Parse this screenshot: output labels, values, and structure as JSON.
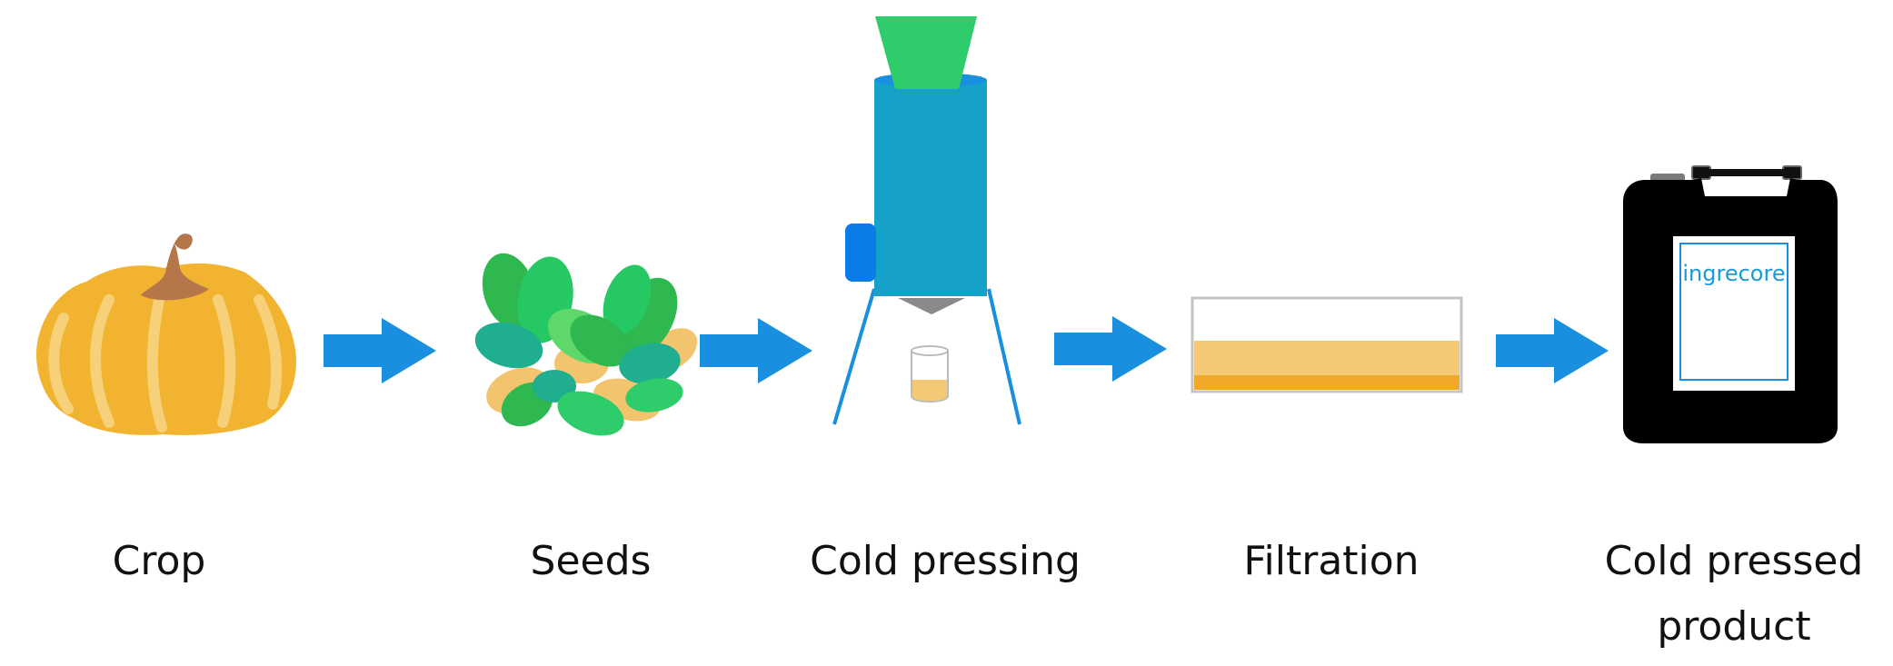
{
  "steps": [
    {
      "label": "Crop",
      "icon": "pumpkin-icon"
    },
    {
      "label": "Seeds",
      "icon": "pumpkin-seeds-icon"
    },
    {
      "label": "Cold pressing",
      "icon": "oil-press-icon"
    },
    {
      "label": "Filtration",
      "icon": "filter-tank-icon"
    },
    {
      "label": "Cold pressed",
      "label_line2": "product",
      "icon": "jerrycan-icon"
    }
  ],
  "product": {
    "brand": "ingrecore"
  },
  "connector_icon": "right-arrow-icon",
  "colors": {
    "arrow": "#1a8fe0",
    "pumpkin": "#f2b330",
    "pumpkin_stripe": "#f7d07a",
    "stem": "#b5764a",
    "seed_greens": [
      "#2eb84f",
      "#26c864",
      "#1fae8f",
      "#5fd86b"
    ],
    "seed_tan": "#f2c46e",
    "press_body": "#16a1c8",
    "hopper": "#2ecc6b",
    "oil_light": "#f3c976",
    "oil_dark": "#f0a928",
    "jerrycan": "#000000",
    "brand_text": "#1a9ad6"
  }
}
